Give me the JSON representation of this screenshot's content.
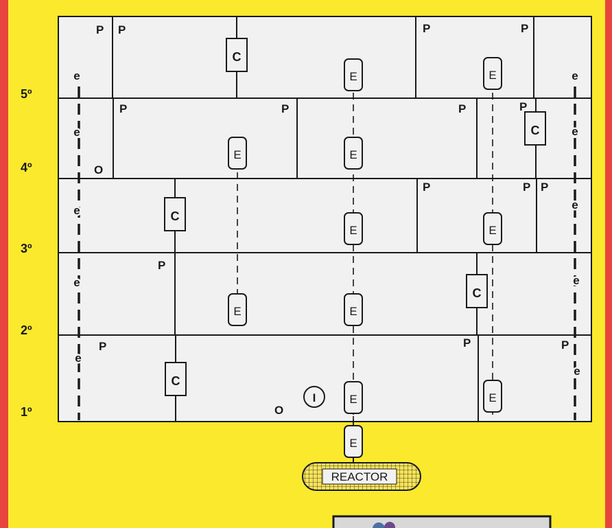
{
  "floor_labels": [
    "5º",
    "4º",
    "3º",
    "2º",
    "1º"
  ],
  "markers": {
    "platform": "P",
    "cabin": "C",
    "elevator": "E",
    "small_elevator": "e",
    "origin": "O",
    "info": "I"
  },
  "reactor": {
    "label": "REACTOR"
  },
  "colors": {
    "frame": "#e8453f",
    "background": "#fbe92e",
    "room_fill": "#f1f1f1",
    "line": "#1a1a1a",
    "reactor_fill": "#f7e35a"
  }
}
